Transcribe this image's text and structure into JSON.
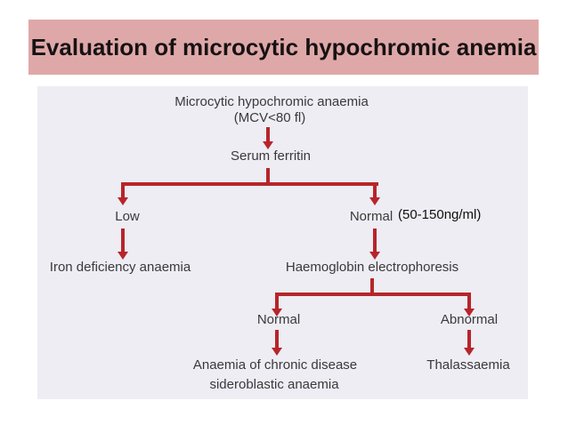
{
  "slide": {
    "title": "Evaluation of microcytic hypochromic anemia",
    "colors": {
      "page_bg": "#ffffff",
      "banner_bg": "#dfa8a8",
      "title_text": "#171214",
      "diagram_bg": "#ededf3",
      "diagram_text": "#3a3a3c",
      "annotation_text": "#111111",
      "arrow": "#b6252b"
    }
  },
  "flowchart": {
    "root": {
      "line1": "Microcytic hypochromic anaemia",
      "line2": "(MCV<80 fl)"
    },
    "test1": "Serum ferritin",
    "branch1": {
      "left": "Low",
      "right": "Normal"
    },
    "annotation": "(50-150ng/ml)",
    "result1_left": "Iron deficiency anaemia",
    "test2": "Haemoglobin electrophoresis",
    "branch2": {
      "left": "Normal",
      "right": "Abnormal"
    },
    "result2_left": {
      "line1": "Anaemia of chronic disease",
      "line2": "sideroblastic anaemia"
    },
    "result2_right": "Thalassaemia"
  }
}
